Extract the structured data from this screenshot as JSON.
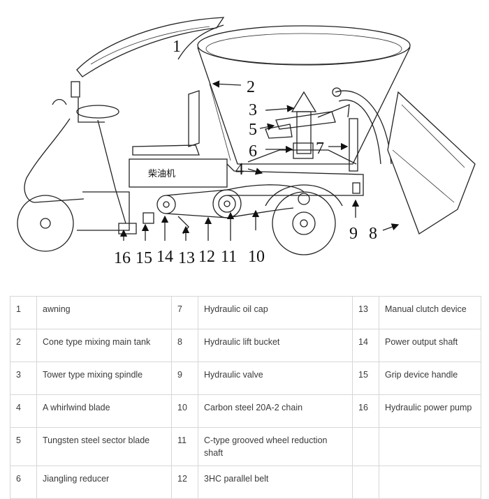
{
  "diagram": {
    "callouts": [
      {
        "id": "1",
        "text": "1"
      },
      {
        "id": "2",
        "text": "2"
      },
      {
        "id": "3",
        "text": "3"
      },
      {
        "id": "4",
        "text": "4"
      },
      {
        "id": "5",
        "text": "5"
      },
      {
        "id": "6",
        "text": "6"
      },
      {
        "id": "7",
        "text": "7"
      },
      {
        "id": "8",
        "text": "8"
      },
      {
        "id": "9",
        "text": "9"
      },
      {
        "id": "10",
        "text": "10"
      },
      {
        "id": "11",
        "text": "11"
      },
      {
        "id": "12",
        "text": "12"
      },
      {
        "id": "13",
        "text": "13"
      },
      {
        "id": "14",
        "text": "14"
      },
      {
        "id": "15",
        "text": "15"
      },
      {
        "id": "16",
        "text": "16"
      }
    ],
    "body_text": "柴油机"
  },
  "parts_table": {
    "rows": [
      [
        {
          "num": "1",
          "name": "awning"
        },
        {
          "num": "7",
          "name": "Hydraulic oil cap"
        },
        {
          "num": "13",
          "name": "Manual clutch device"
        }
      ],
      [
        {
          "num": "2",
          "name": "Cone type mixing main tank"
        },
        {
          "num": "8",
          "name": "Hydraulic lift bucket"
        },
        {
          "num": "14",
          "name": "Power output shaft"
        }
      ],
      [
        {
          "num": "3",
          "name": "Tower type mixing spindle"
        },
        {
          "num": "9",
          "name": "Hydraulic valve"
        },
        {
          "num": "15",
          "name": "Grip device handle"
        }
      ],
      [
        {
          "num": "4",
          "name": "A whirlwind blade"
        },
        {
          "num": "10",
          "name": "Carbon steel 20A-2 chain"
        },
        {
          "num": "16",
          "name": "Hydraulic power pump"
        }
      ],
      [
        {
          "num": "5",
          "name": "Tungsten steel sector blade"
        },
        {
          "num": "11",
          "name": "C-type grooved wheel reduction shaft"
        },
        {
          "num": "",
          "name": ""
        }
      ],
      [
        {
          "num": "6",
          "name": "Jiangling reducer"
        },
        {
          "num": "12",
          "name": "3HC parallel belt"
        },
        {
          "num": "",
          "name": ""
        }
      ]
    ]
  }
}
